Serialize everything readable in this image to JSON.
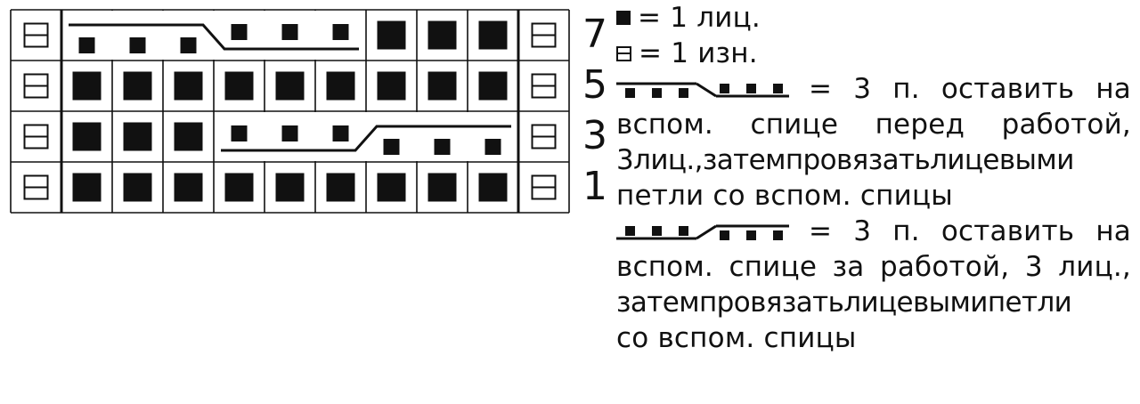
{
  "chart_data": {
    "type": "knitting-chart",
    "columns": 11,
    "rows_top_to_bottom": [
      {
        "number": "7",
        "cells": [
          "purl",
          "cable-left",
          "cable-left",
          "cable-left",
          "cable-left",
          "cable-left",
          "cable-left",
          "knit",
          "knit",
          "knit",
          "purl"
        ]
      },
      {
        "number": "5",
        "cells": [
          "purl",
          "knit",
          "knit",
          "knit",
          "knit",
          "knit",
          "knit",
          "knit",
          "knit",
          "knit",
          "purl"
        ]
      },
      {
        "number": "3",
        "cells": [
          "purl",
          "knit",
          "knit",
          "knit",
          "cable-right",
          "cable-right",
          "cable-right",
          "cable-right",
          "cable-right",
          "cable-right",
          "purl"
        ]
      },
      {
        "number": "1",
        "cells": [
          "purl",
          "knit",
          "knit",
          "knit",
          "knit",
          "knit",
          "knit",
          "knit",
          "knit",
          "knit",
          "purl"
        ]
      }
    ]
  },
  "legend": {
    "knit_text": "= 1 лиц.",
    "purl_text": "= 1 изн.",
    "cable_left_line": "= 3 п. оставить на",
    "cable_left_desc": [
      "вспом. спице перед работой,",
      "3лиц.,затемпровязатьлицевыми",
      "петли со вспом. спицы"
    ],
    "cable_right_line": "= 3 п. оставить на",
    "cable_right_desc": [
      "вспом. спице за работой, 3 лиц.,",
      "затемпровязатьлицевымипетли",
      "со вспом. спицы"
    ]
  },
  "icons": {
    "knit": "filled-square-icon",
    "purl": "boxed-minus-icon",
    "cable_left": "cable-cross-left-icon",
    "cable_right": "cable-cross-right-icon"
  }
}
